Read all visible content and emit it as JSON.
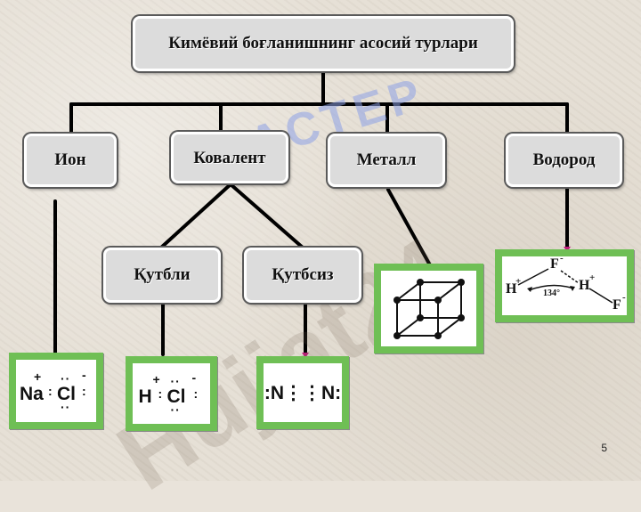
{
  "title": "Кимёвий боғланишнинг асосий турлари",
  "categories": {
    "ion": "Ион",
    "covalent": "Ковалент",
    "metal": "Металл",
    "hydrogen": "Водород"
  },
  "subcategories": {
    "polar": "Қутбли",
    "nonpolar": "Қутбсиз"
  },
  "examples": {
    "nacl": {
      "left": "Na",
      "right": "Cl",
      "plus": "+",
      "minus": "-"
    },
    "hcl": {
      "left": "H",
      "right": "Cl",
      "plus": "+",
      "minus": "-"
    },
    "n2": {
      "text": ":N⋮⋮N:"
    },
    "hf": {
      "f_top": "F",
      "f_top_charge": "-",
      "h_left": "H",
      "h_left_charge": "+",
      "angle": "134°",
      "h_right": "H",
      "h_right_charge": "+",
      "f_bottom": "F",
      "f_bottom_charge": "-"
    }
  },
  "watermark": {
    "line1": "КЛАСТЕР",
    "line2": "Hujjat24"
  },
  "page_number": "5",
  "colors": {
    "box_fill": "#dcdcdc",
    "image_border": "#6fbf55",
    "arrow_tip": "#c01a7a"
  }
}
